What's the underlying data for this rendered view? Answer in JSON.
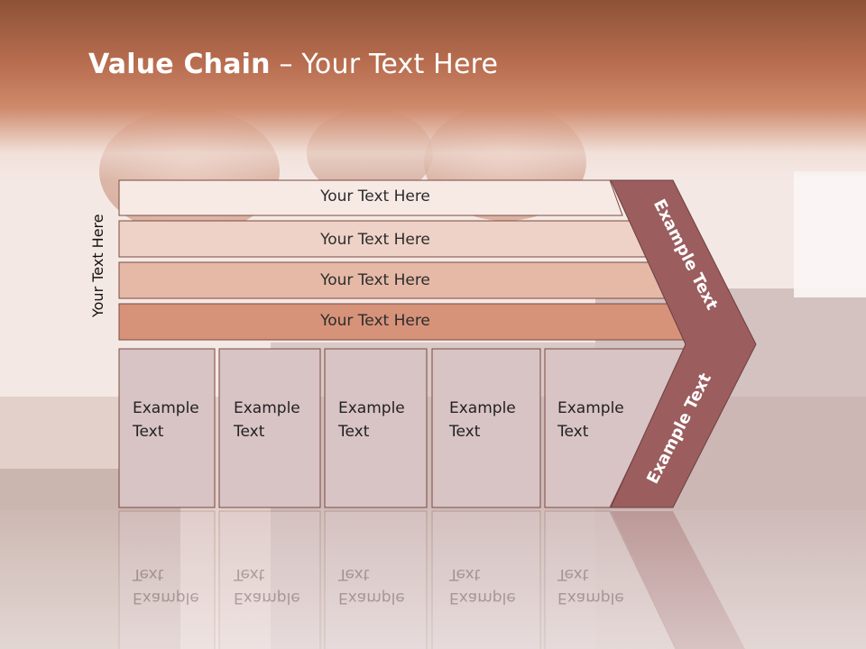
{
  "slide": {
    "title_bold": "Value Chain",
    "title_rest": " – Your Text Here",
    "side_label": "Your Text Here"
  },
  "bars": [
    {
      "label": "Your Text Here",
      "fill": "#f7eae5"
    },
    {
      "label": "Your Text Here",
      "fill": "#efd2c7"
    },
    {
      "label": "Your Text Here",
      "fill": "#e6b9a7"
    },
    {
      "label": "Your Text Here",
      "fill": "#d6937a"
    }
  ],
  "cells": [
    {
      "line1": "Example",
      "line2": "Text"
    },
    {
      "line1": "Example",
      "line2": "Text"
    },
    {
      "line1": "Example",
      "line2": "Text"
    },
    {
      "line1": "Example",
      "line2": "Text"
    },
    {
      "line1": "Example",
      "line2": "Text"
    }
  ],
  "chevron": {
    "upper_label": "Example Text",
    "lower_label": "Example Text",
    "fill": "#9b5d5e"
  },
  "colors": {
    "header": "#b86d4f",
    "cell_fill": "#d8c3c5",
    "outline": "#7a4a3e"
  }
}
